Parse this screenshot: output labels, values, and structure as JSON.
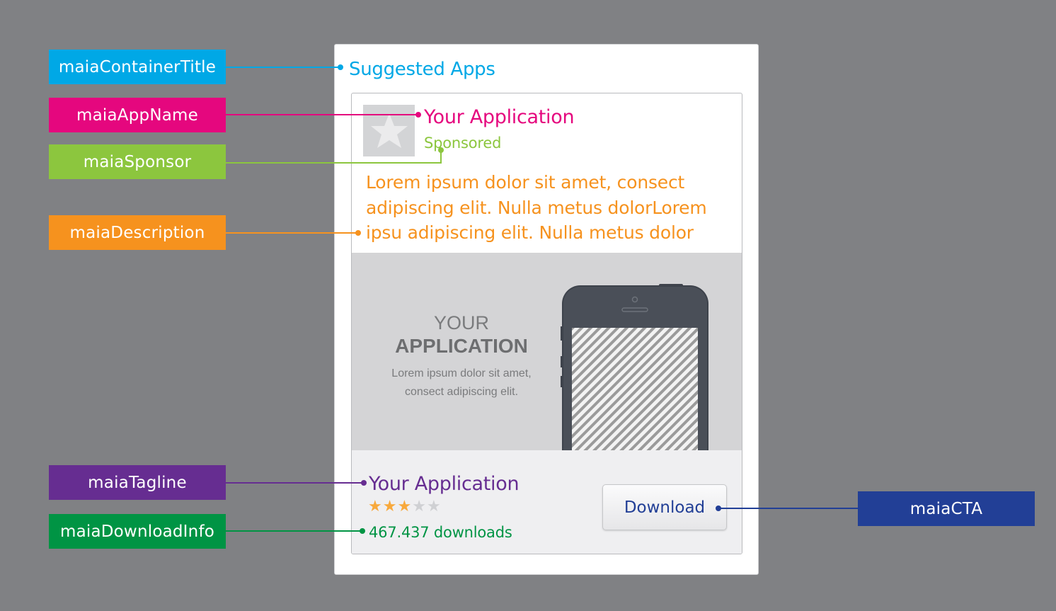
{
  "labels": {
    "container_title": "maiaContainerTitle",
    "app_name": "maiaAppName",
    "sponsor": "maiaSponsor",
    "description": "maiaDescription",
    "tagline": "maiaTagline",
    "download_info": "maiaDownloadInfo",
    "cta": "maiaCTA"
  },
  "ad": {
    "container_title": "Suggested Apps",
    "app_name": "Your Application",
    "sponsor": "Sponsored",
    "description": "Lorem ipsum dolor sit amet, consect adipiscing elit. Nulla metus dolorLorem ipsu adipiscing elit. Nulla metus dolor",
    "hero": {
      "line1": "YOUR",
      "line2": "APPLICATION",
      "desc_line1": "Lorem ipsum dolor sit amet,",
      "desc_line2": "consect adipiscing elit."
    },
    "tagline": "Your Application",
    "rating": 3,
    "rating_max": 5,
    "downloads": "467.437 downloads",
    "cta_label": "Download"
  },
  "colors": {
    "background": "#808184",
    "container_title": "#00a8e6",
    "app_name": "#e5077e",
    "sponsor": "#8cc63e",
    "description": "#f6921e",
    "tagline": "#662d91",
    "download_info": "#009444",
    "cta": "#223f96",
    "star_on": "#f8a93c",
    "star_off": "#cfd0d3"
  },
  "icons": {
    "app_icon": "star-icon",
    "rating": "star-icon"
  }
}
